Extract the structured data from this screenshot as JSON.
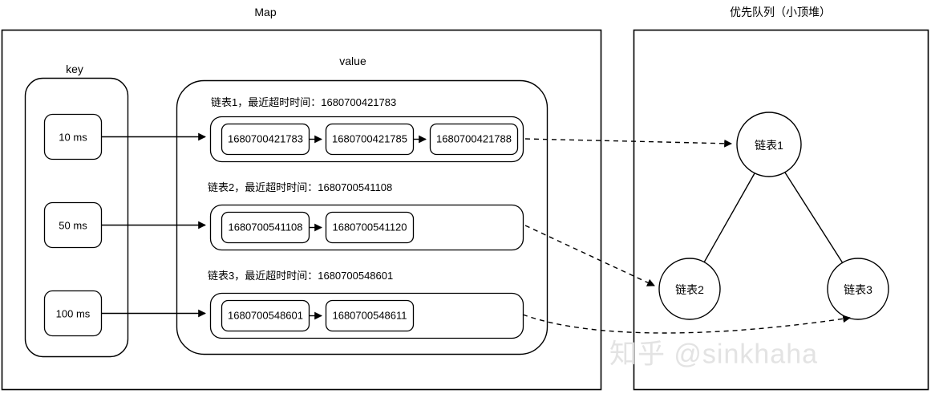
{
  "diagram": {
    "panels": {
      "map": {
        "title": "Map",
        "key_label": "key",
        "value_label": "value"
      },
      "priority_queue": {
        "title": "优先队列（小顶堆）"
      }
    },
    "keys": [
      {
        "label": "10 ms"
      },
      {
        "label": "50 ms"
      },
      {
        "label": "100 ms"
      }
    ],
    "lists": [
      {
        "caption": "链表1，最近超时时间：1680700421783",
        "nodes": [
          "1680700421783",
          "1680700421785",
          "1680700421788"
        ]
      },
      {
        "caption": "链表2，最近超时时间：1680700541108",
        "nodes": [
          "1680700541108",
          "1680700541120"
        ]
      },
      {
        "caption": "链表3，最近超时时间：1680700548601",
        "nodes": [
          "1680700548601",
          "1680700548611"
        ]
      }
    ],
    "heap_nodes": [
      {
        "label": "链表1"
      },
      {
        "label": "链表2"
      },
      {
        "label": "链表3"
      }
    ],
    "watermark": "知乎 @sinkhaha",
    "colors": {
      "stroke": "#000000",
      "background": "#ffffff",
      "watermark": "#e3e3e3"
    }
  }
}
